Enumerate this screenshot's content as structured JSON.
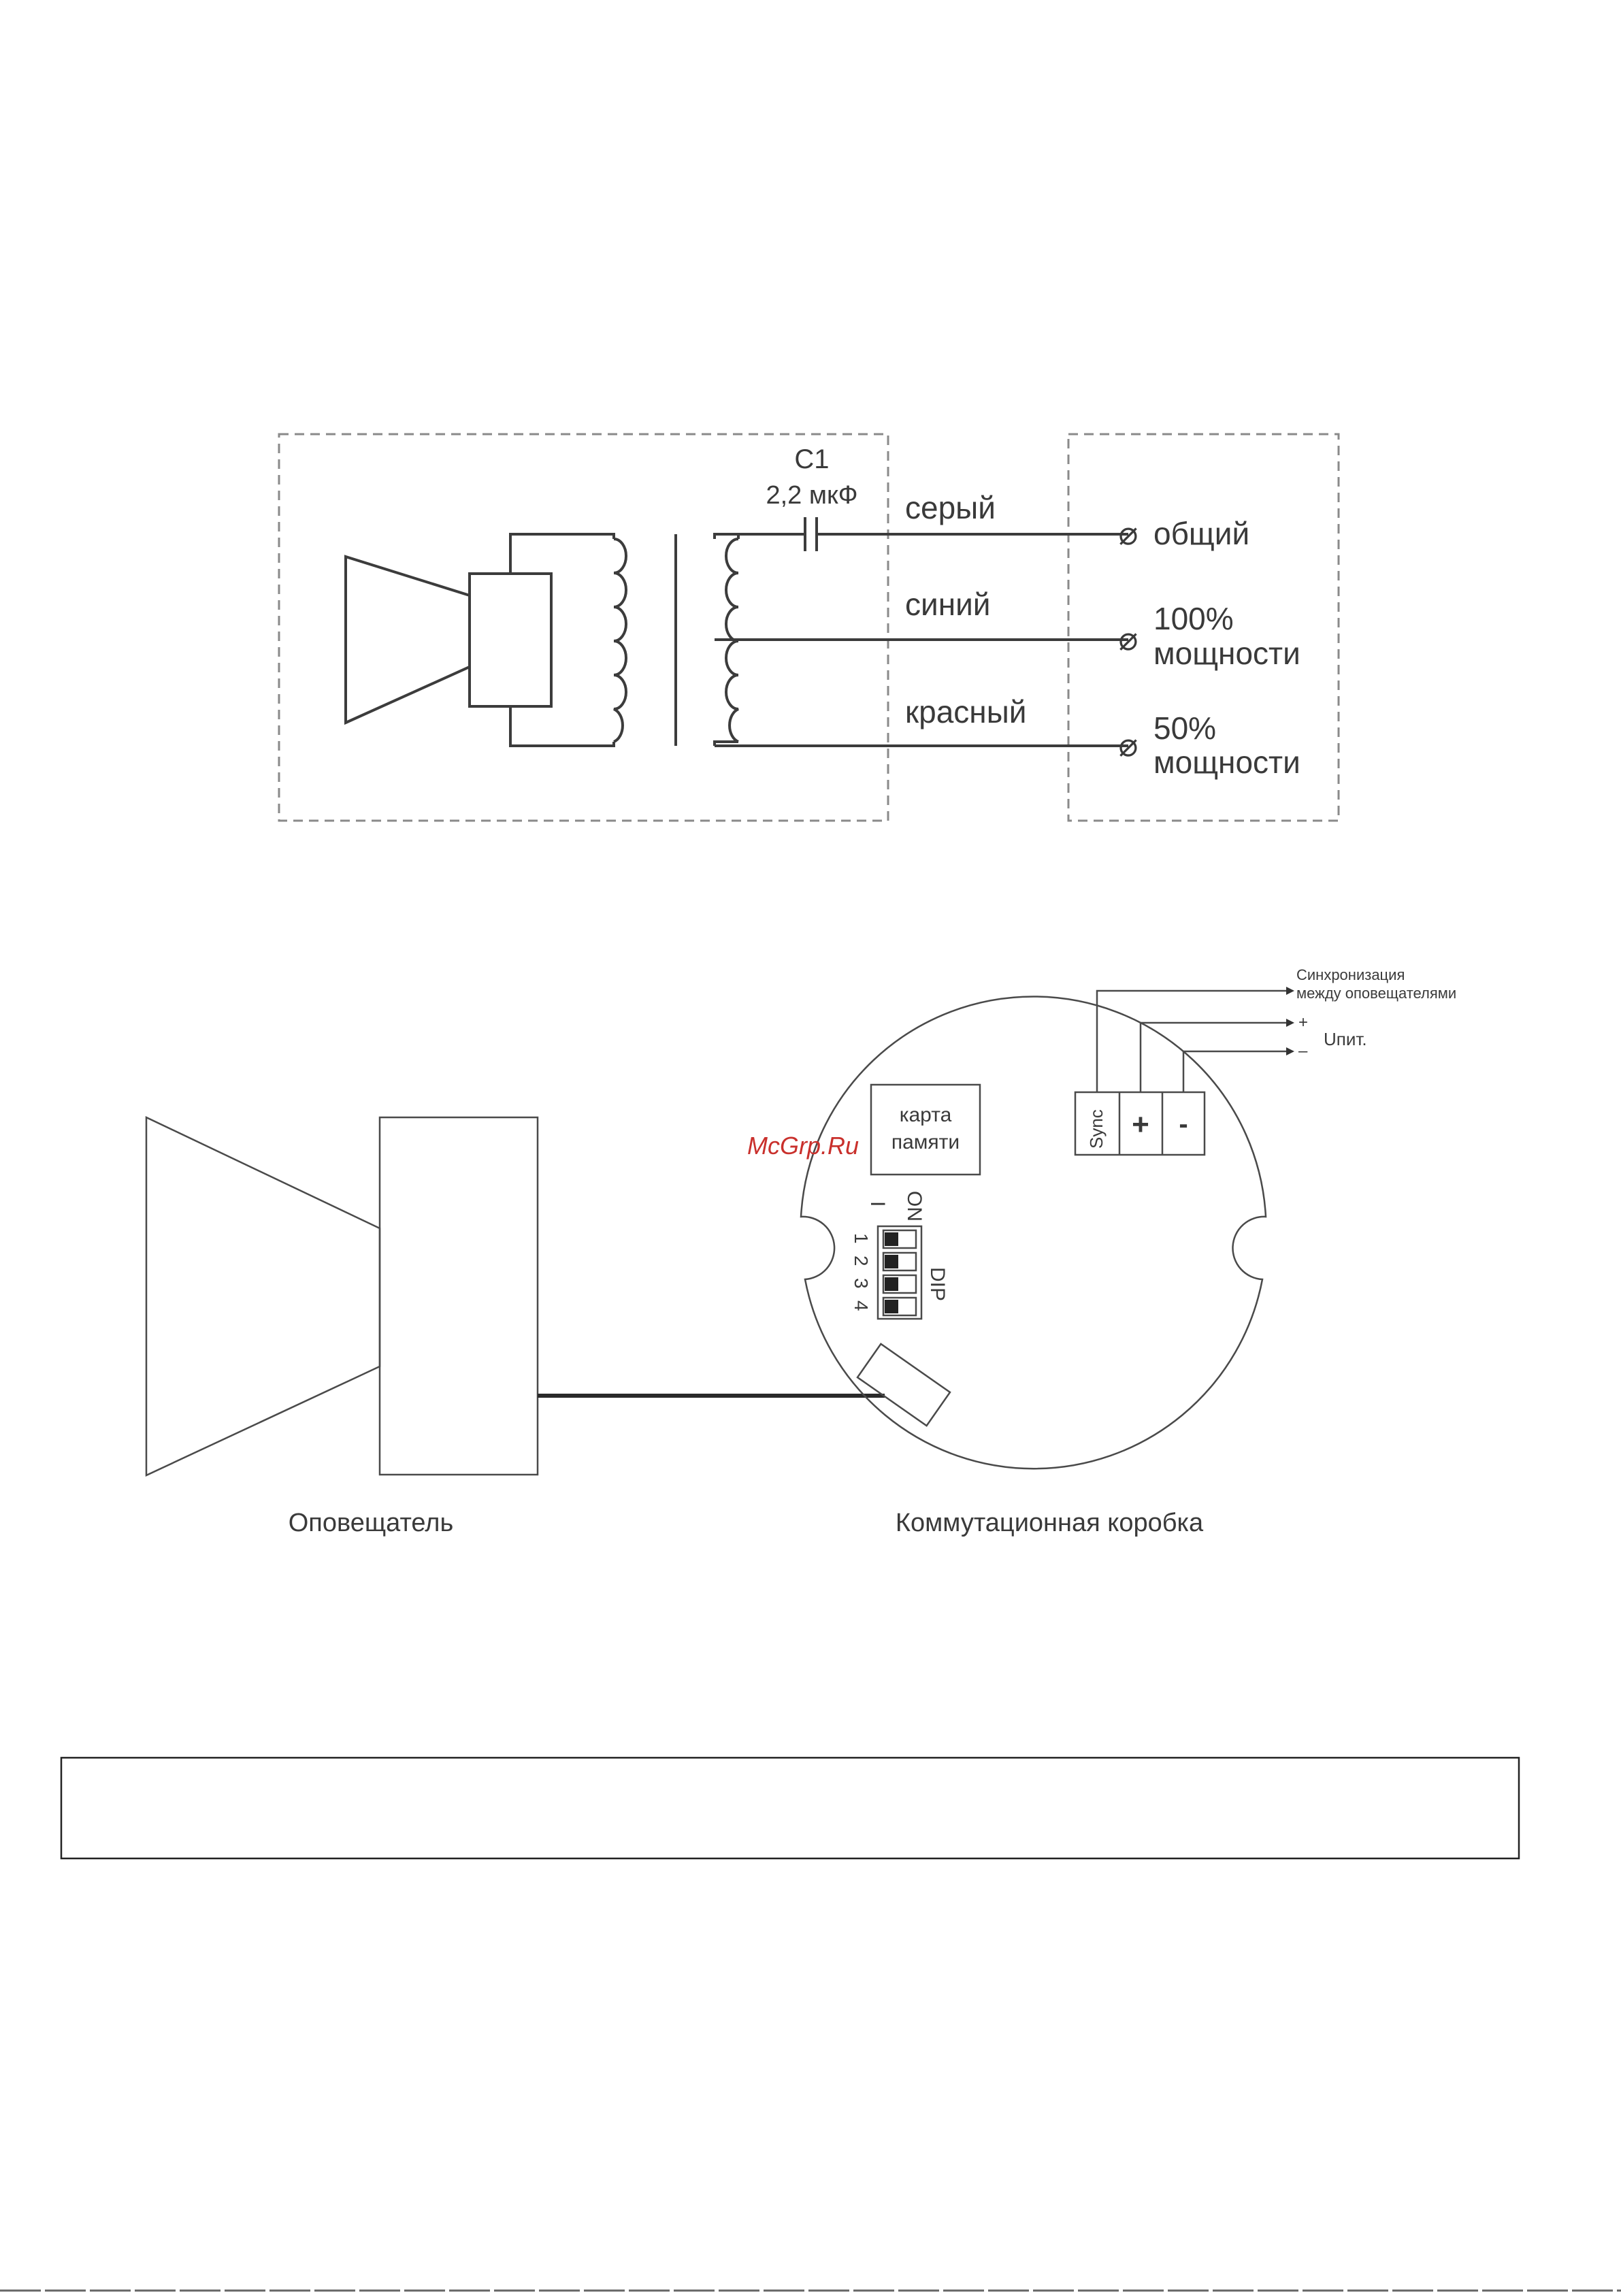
{
  "diagram1": {
    "capacitor_name": "C1",
    "capacitor_value": "2,2 мкФ",
    "wires": [
      {
        "color_label": "серый",
        "terminal_label": [
          "общий"
        ]
      },
      {
        "color_label": "синий",
        "terminal_label": [
          "100%",
          "мощности"
        ]
      },
      {
        "color_label": "красный",
        "terminal_label": [
          "50%",
          "мощности"
        ]
      }
    ],
    "terminal_symbol": "⌀"
  },
  "diagram2": {
    "memory_card_label": [
      "карта",
      "памяти"
    ],
    "watermark": "McGrp.Ru",
    "dip": {
      "on_label": "ON",
      "i_label": "I",
      "dip_label": "DIP",
      "switch_numbers": [
        "1",
        "2",
        "3",
        "4"
      ]
    },
    "terminals": [
      "Sync",
      "+",
      "-"
    ],
    "sync_note": [
      "Синхронизация",
      "между оповещателями"
    ],
    "plus_label": "+",
    "minus_label": "–",
    "supply_label": "Uпит.",
    "left_caption": "Оповещатель",
    "right_caption": "Коммутационная коробка"
  }
}
